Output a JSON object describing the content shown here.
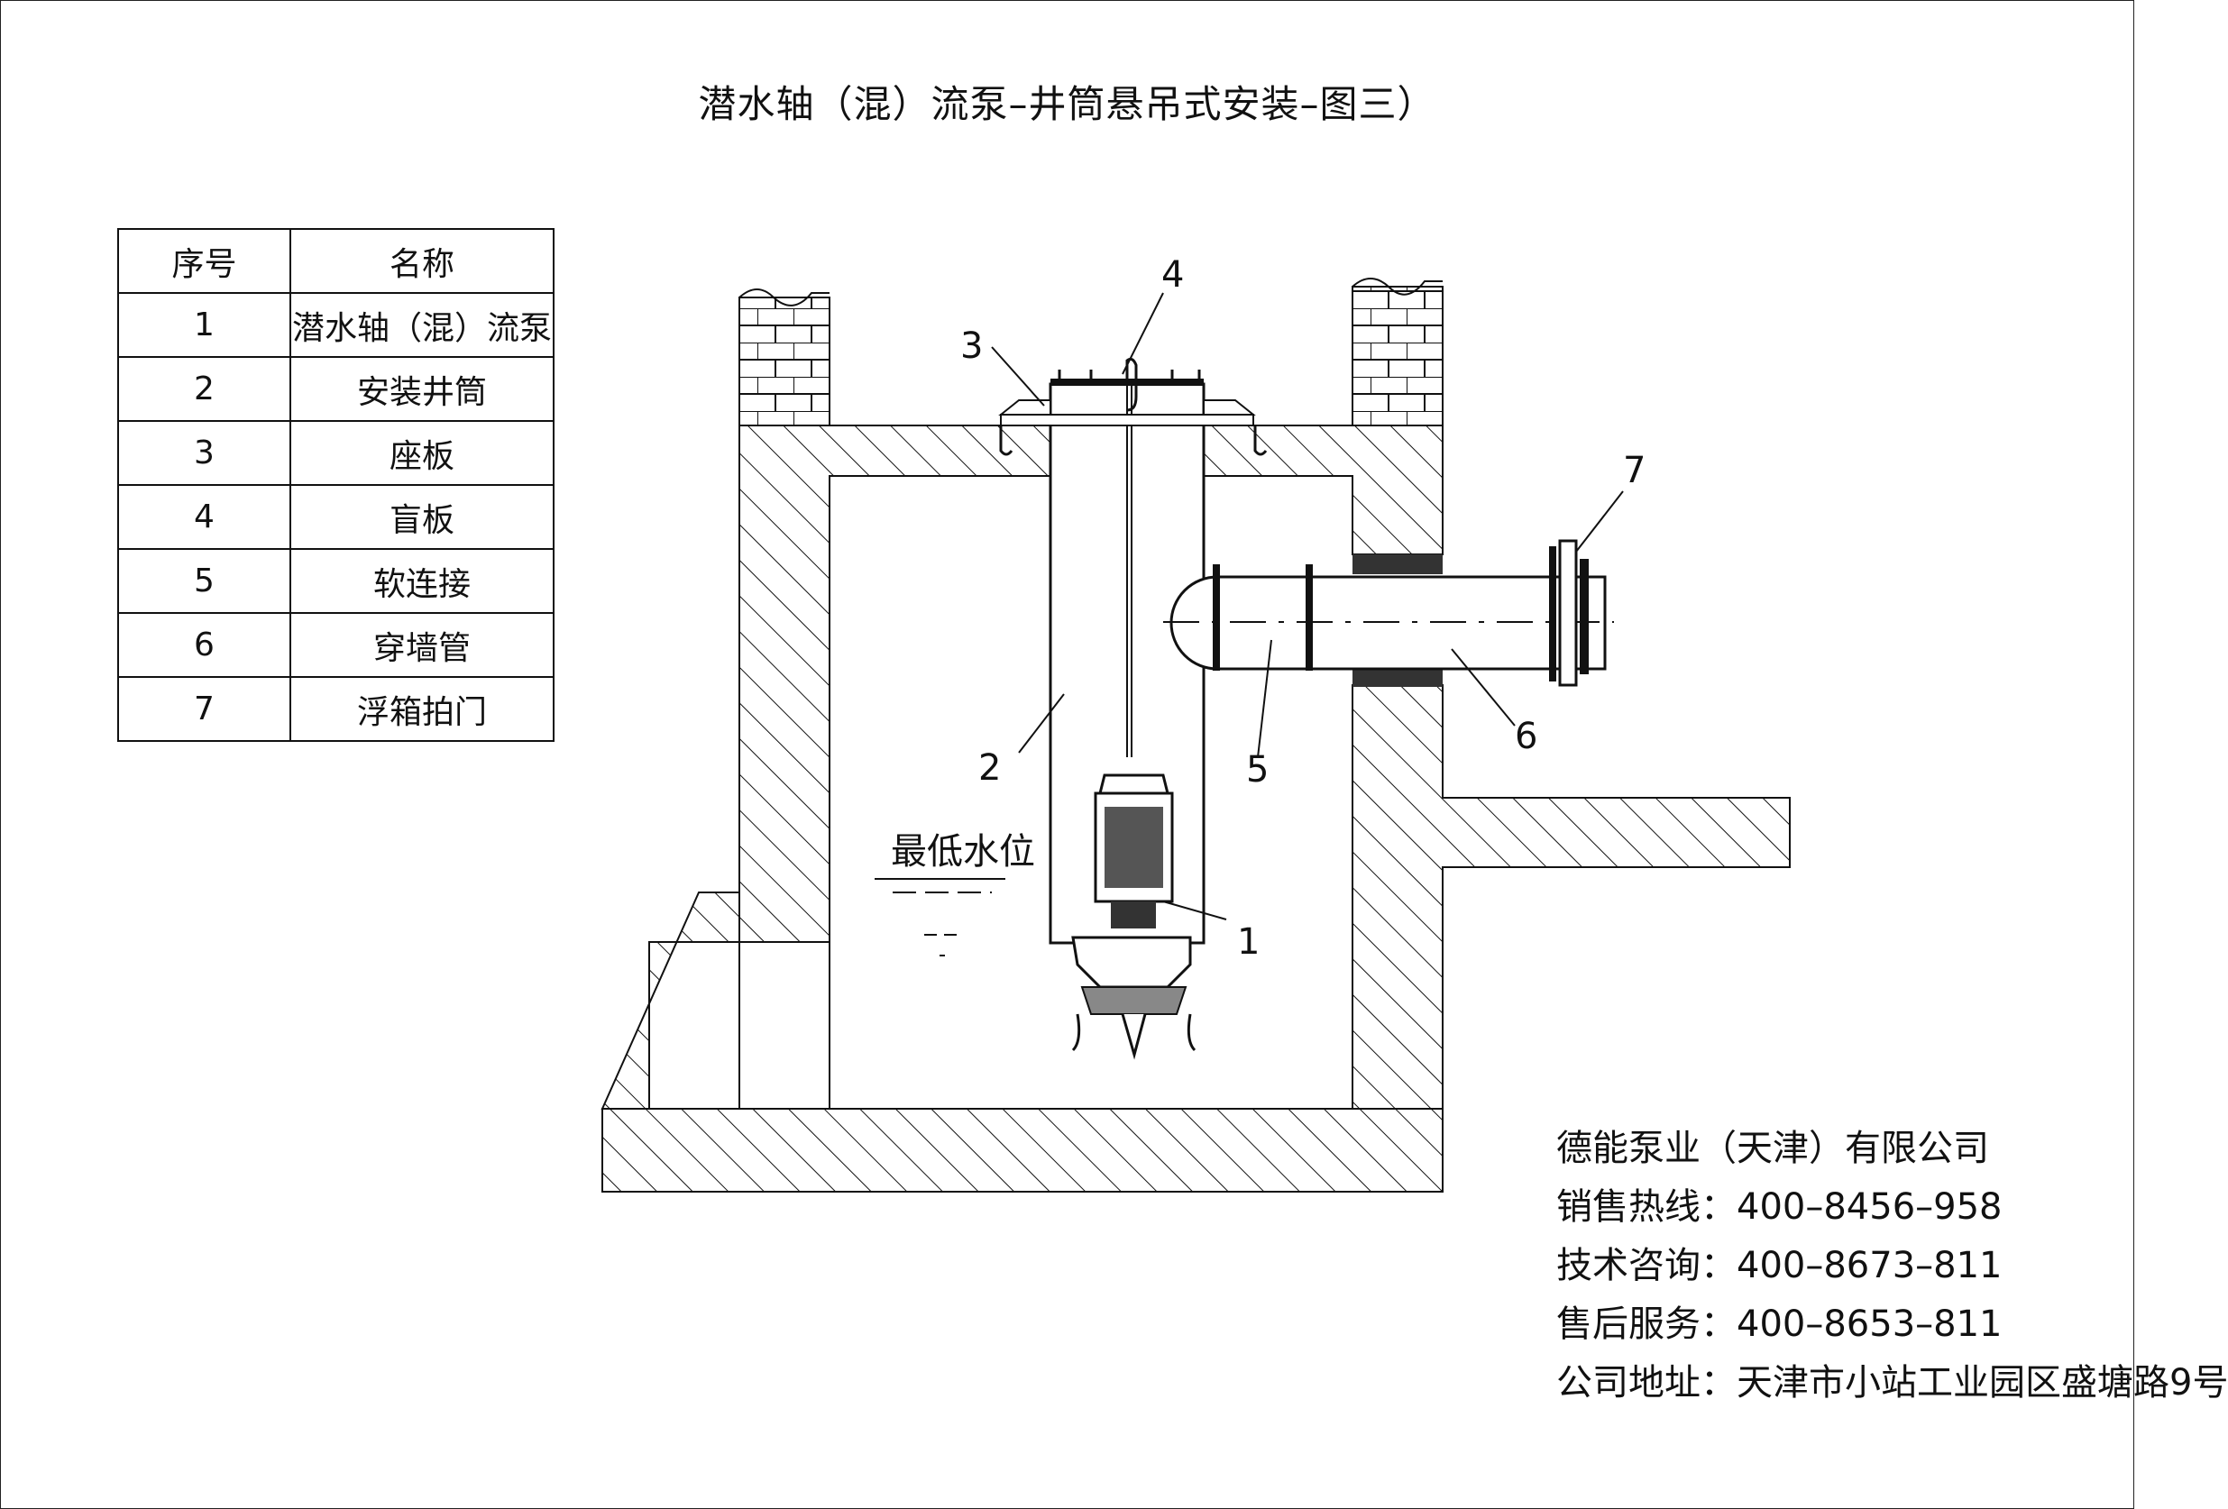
{
  "title": "潜水轴（混）流泵–井筒悬吊式安装–图三）",
  "parts_table": {
    "headers": [
      "序号",
      "名称"
    ],
    "rows": [
      {
        "no": "1",
        "name": "潜水轴（混）流泵"
      },
      {
        "no": "2",
        "name": "安装井筒"
      },
      {
        "no": "3",
        "name": "座板"
      },
      {
        "no": "4",
        "name": "盲板"
      },
      {
        "no": "5",
        "name": "软连接"
      },
      {
        "no": "6",
        "name": "穿墙管"
      },
      {
        "no": "7",
        "name": "浮箱拍门"
      }
    ]
  },
  "drawing": {
    "water_level_label": "最低水位",
    "callouts": [
      "1",
      "2",
      "3",
      "4",
      "5",
      "6",
      "7"
    ]
  },
  "company": {
    "name": "德能泵业（天津）有限公司",
    "sales_hotline": "销售热线：400–8456–958",
    "tech_consult": "技术咨询：400–8673–811",
    "after_sales": "售后服务：400–8653–811",
    "address": "公司地址：天津市小站工业园区盛塘路9号"
  }
}
